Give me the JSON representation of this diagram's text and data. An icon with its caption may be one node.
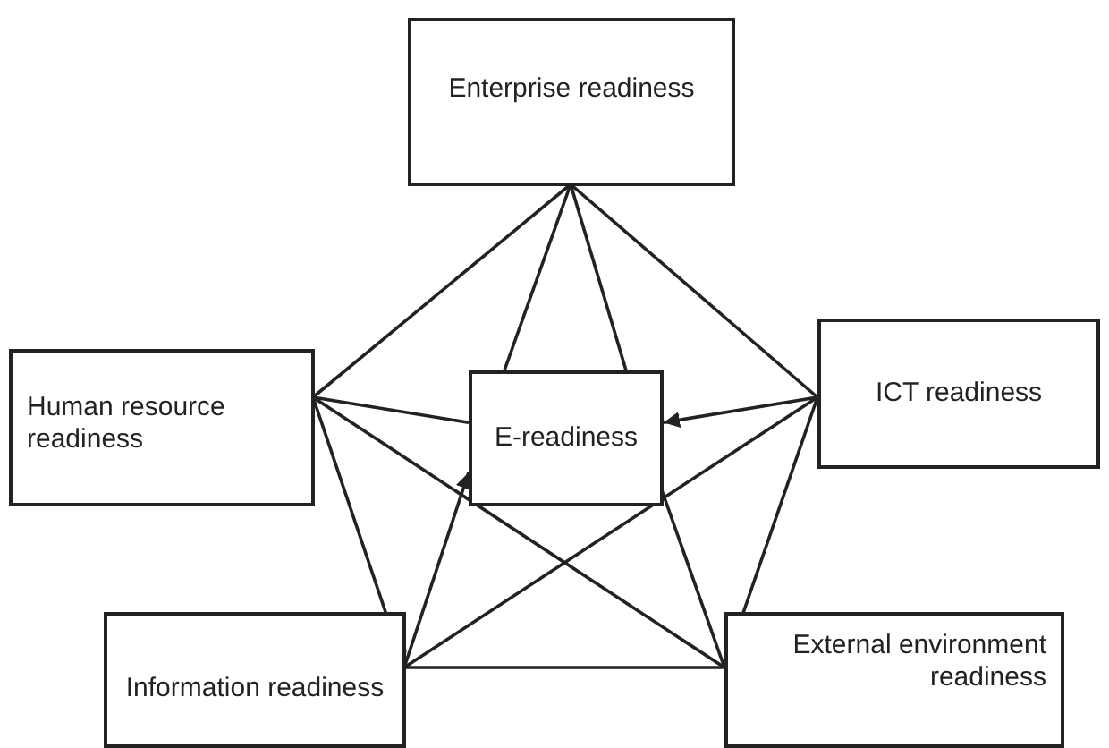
{
  "diagram": {
    "nodes": [
      {
        "text": [
          "Enterprise readiness"
        ]
      },
      {
        "text": [
          "Human resource readiness"
        ]
      },
      {
        "text": [
          "E-readiness"
        ]
      },
      {
        "text": [
          "ICT readiness"
        ]
      },
      {
        "text": [
          "Information readiness"
        ]
      },
      {
        "text": [
          "External environment readiness"
        ]
      }
    ],
    "edges": [
      {
        "from": 0,
        "to": 1,
        "arrow": "none"
      },
      {
        "from": 0,
        "to": 3,
        "arrow": "none"
      },
      {
        "from": 0,
        "to": 2,
        "arrow": "none"
      },
      {
        "from": 0,
        "to": 2,
        "arrow": "none"
      },
      {
        "from": 1,
        "to": 2,
        "arrow": "none"
      },
      {
        "from": 3,
        "to": 2,
        "arrow": "to"
      },
      {
        "from": 1,
        "to": 4,
        "arrow": "to"
      },
      {
        "from": 4,
        "to": 2,
        "arrow": "to"
      },
      {
        "from": 2,
        "to": 5,
        "arrow": "none"
      },
      {
        "from": 1,
        "to": 5,
        "arrow": "none"
      },
      {
        "from": 3,
        "to": 4,
        "arrow": "none"
      },
      {
        "from": 3,
        "to": 5,
        "arrow": "none"
      },
      {
        "from": 4,
        "to": 5,
        "arrow": "none"
      }
    ]
  }
}
